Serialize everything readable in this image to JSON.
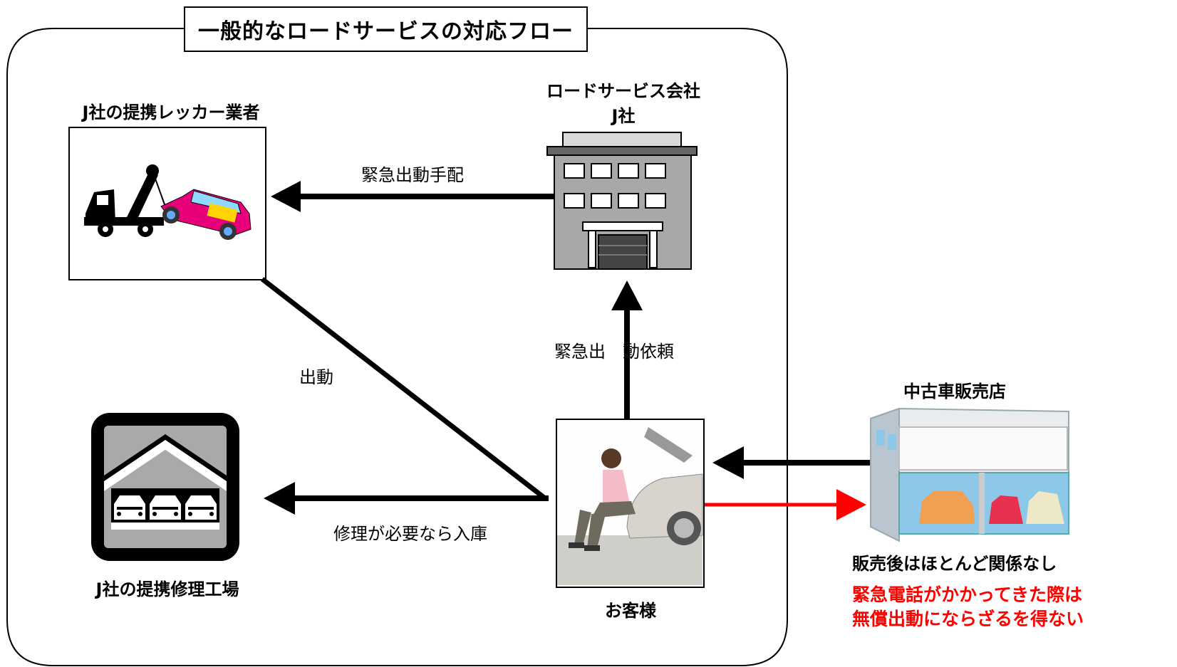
{
  "title": "一般的なロードサービスの対応フロー",
  "nodes": {
    "tow": {
      "label": "J社の提携レッカー業者"
    },
    "road_service": {
      "label_line1": "ロードサービス会社",
      "label_line2": "J社"
    },
    "garage": {
      "label": "J社の提携修理工場"
    },
    "customer": {
      "label": "お客様"
    },
    "dealer": {
      "label": "中古車販売店"
    }
  },
  "edges": {
    "dispatch_arrange": "緊急出動手配",
    "dispatch_request": "緊急出　動依頼",
    "dispatch": "出動",
    "repair_if_needed": "修理が必要なら入庫"
  },
  "notes": {
    "after_sale": "販売後はほとんど関係なし",
    "emergency_line1": "緊急電話がかかってきた際は",
    "emergency_line2": "無償出動にならざるを得ない"
  },
  "colors": {
    "arrow": "#000000",
    "red_arrow": "#ff0000",
    "note_red": "#ff0000"
  }
}
